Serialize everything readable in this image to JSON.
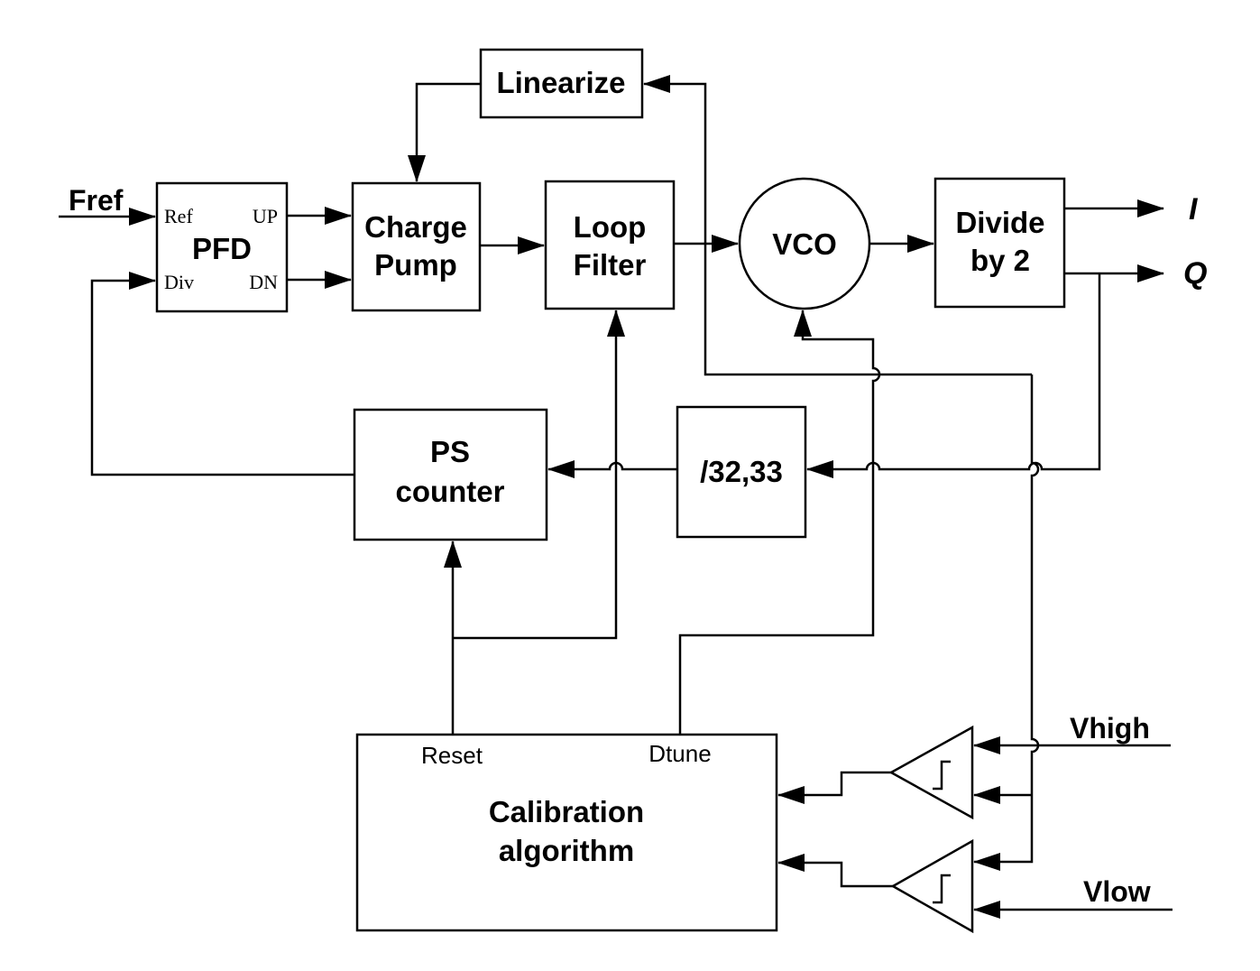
{
  "blocks": {
    "linearize": "Linearize",
    "pfd": "PFD",
    "pfd_ports": {
      "ref": "Ref",
      "up": "UP",
      "div": "Div",
      "dn": "DN"
    },
    "charge_pump": [
      "Charge",
      "Pump"
    ],
    "loop_filter": [
      "Loop",
      "Filter"
    ],
    "vco": "VCO",
    "divide": [
      "Divide",
      "by 2"
    ],
    "ps_counter": [
      "PS",
      "counter"
    ],
    "prescaler": "/32,33",
    "calibration": [
      "Calibration",
      "algorithm"
    ],
    "calibration_ports": {
      "reset": "Reset",
      "dtune": "Dtune"
    }
  },
  "signals": {
    "fref": "Fref",
    "i_out": "I",
    "q_out": "Q",
    "vhigh": "Vhigh",
    "vlow": "Vlow"
  }
}
